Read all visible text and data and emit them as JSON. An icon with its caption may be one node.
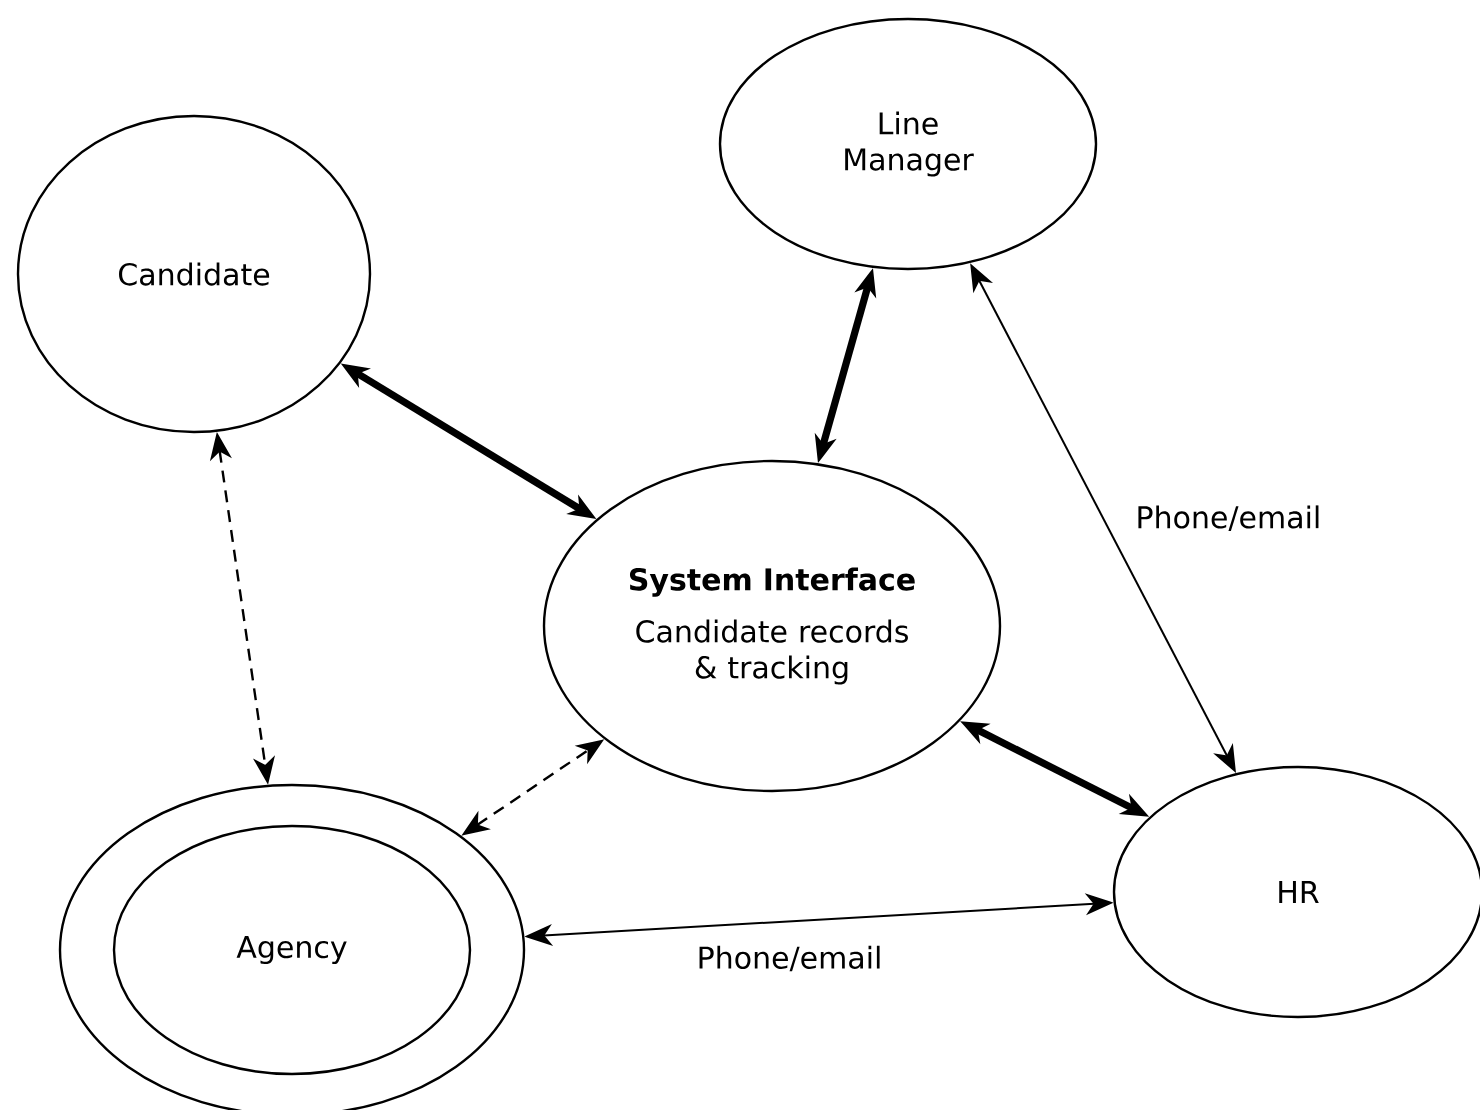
{
  "diagram": {
    "nodes": [
      {
        "text": [
          "Line Manager"
        ]
      },
      {
        "text": [
          "Candidate"
        ]
      },
      {
        "text": [
          "System Interface",
          "Candidate records & tracking"
        ]
      },
      {
        "text": [
          "Agency"
        ]
      },
      {
        "text": [
          "HR"
        ]
      }
    ],
    "edges": [
      {
        "from": 2,
        "to": 0,
        "arrow": "both",
        "style": "thick"
      },
      {
        "from": 1,
        "to": 2,
        "arrow": "both",
        "style": "thick"
      },
      {
        "from": 0,
        "to": 4,
        "arrow": "both",
        "label": "Phone/email"
      },
      {
        "from": 1,
        "to": 3,
        "arrow": "both",
        "style": "dashed"
      },
      {
        "from": 3,
        "to": 2,
        "arrow": "both",
        "style": "dashed"
      },
      {
        "from": 2,
        "to": 4,
        "arrow": "both",
        "style": "thick"
      },
      {
        "from": 3,
        "to": 4,
        "arrow": "both",
        "label": "Phone/email"
      }
    ]
  }
}
